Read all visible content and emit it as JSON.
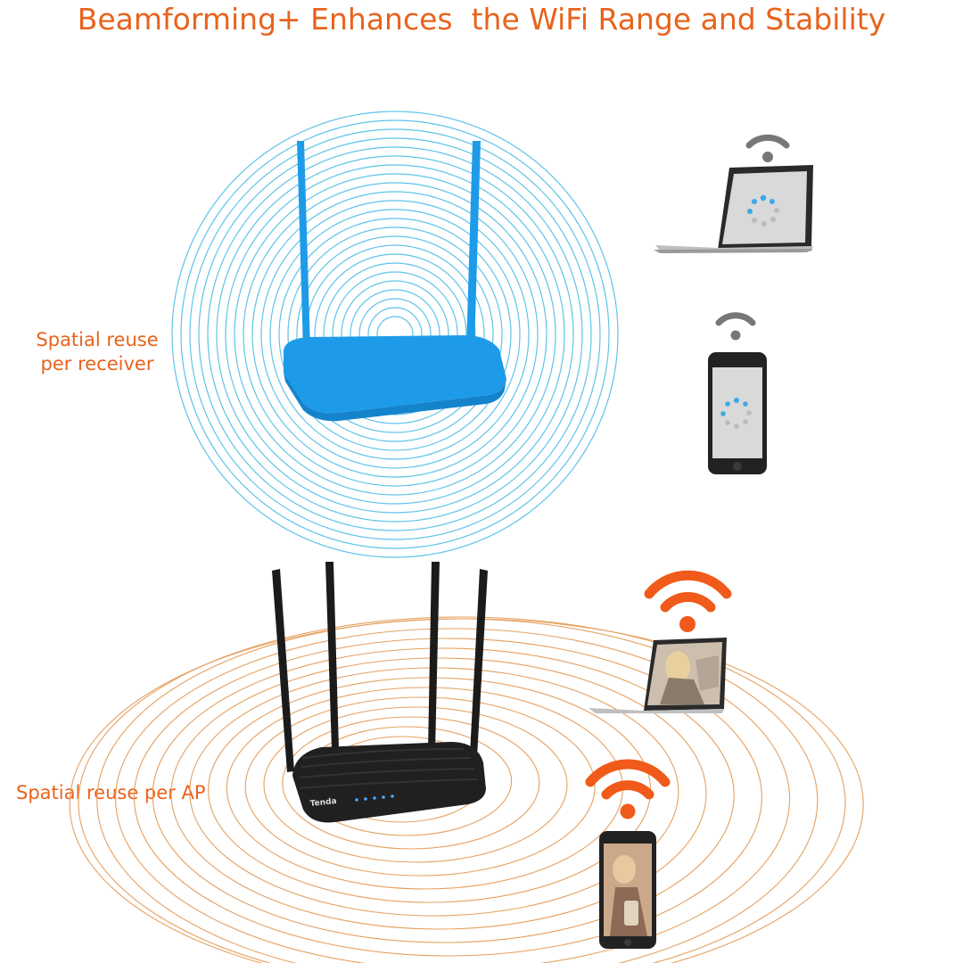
{
  "title": "Beamforming+ Enhances  the WiFi Range and Stability",
  "labels": {
    "top": [
      "Spatial reuse",
      "per receiver"
    ],
    "bottom": "Spatial reuse per AP"
  },
  "router_brand": "Tenda",
  "colors": {
    "title": "#e8631c",
    "blue_router": "#1e9be8",
    "blue_rings": "#5fc3ea",
    "orange_rings": "#e6a060",
    "wifi_orange": "#f05a1a",
    "wifi_gray": "#777777",
    "black_router": "#1b1b1b"
  },
  "icons": {
    "signal_top_laptop": "wifi-icon-gray",
    "signal_top_phone": "wifi-icon-gray",
    "signal_bottom_laptop": "wifi-icon-orange",
    "signal_bottom_phone": "wifi-icon-orange",
    "screen_top": "loading-spinner-icon"
  }
}
